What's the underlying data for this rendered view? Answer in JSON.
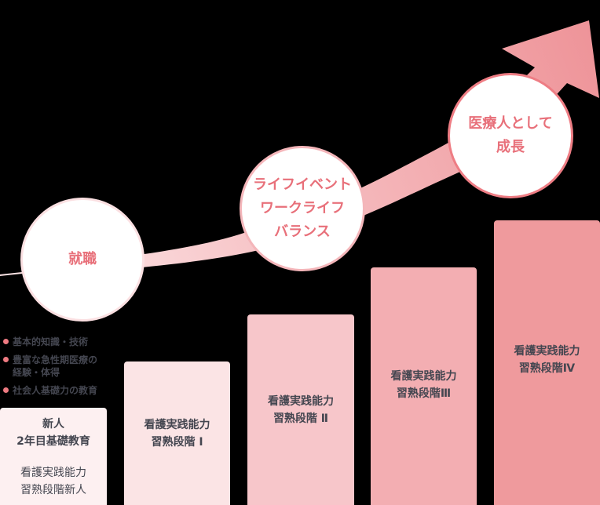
{
  "colors": {
    "background": "#000000",
    "arrow_start": "#fce3e4",
    "arrow_end": "#ef9095",
    "circle_fill": "#ffffff",
    "circle_text": "#e8707a",
    "bullet_dot": "#ef7b82",
    "body_text": "#444650"
  },
  "circles": [
    {
      "id": "employment",
      "lines": [
        "就職"
      ],
      "border": "#fbe0e2"
    },
    {
      "id": "life-event",
      "lines": [
        "ライフイベント",
        "ワークライフ",
        "バランス"
      ],
      "border": "#f4b6ba"
    },
    {
      "id": "growth",
      "lines": [
        "医療人として",
        "成長"
      ],
      "border": "#ee7d84"
    }
  ],
  "bullets": [
    {
      "lines": [
        "基本的知識・技術"
      ]
    },
    {
      "lines": [
        "豊富な急性期医療の",
        "経験・体得"
      ]
    },
    {
      "lines": [
        "社会人基礎力の教育"
      ]
    }
  ],
  "stages": [
    {
      "id": "newcomer",
      "title_lines": [
        "新人",
        "2年目基礎教育"
      ],
      "lines": [
        "看護実践能力",
        "習熟段階新人"
      ],
      "color": "#fdf0f1"
    },
    {
      "id": "stage1",
      "lines": [
        "看護実践能力",
        "習熟段階 Ⅰ"
      ],
      "color": "#fbe4e5"
    },
    {
      "id": "stage2",
      "lines": [
        "看護実践能力",
        "習熟段階 Ⅱ"
      ],
      "color": "#f7c6ca"
    },
    {
      "id": "stage3",
      "lines": [
        "看護実践能力",
        "習熟段階Ⅲ"
      ],
      "color": "#f3aeb2"
    },
    {
      "id": "stage4",
      "lines": [
        "看護実践能力",
        "習熟段階Ⅳ"
      ],
      "color": "#ef9a9d"
    }
  ]
}
